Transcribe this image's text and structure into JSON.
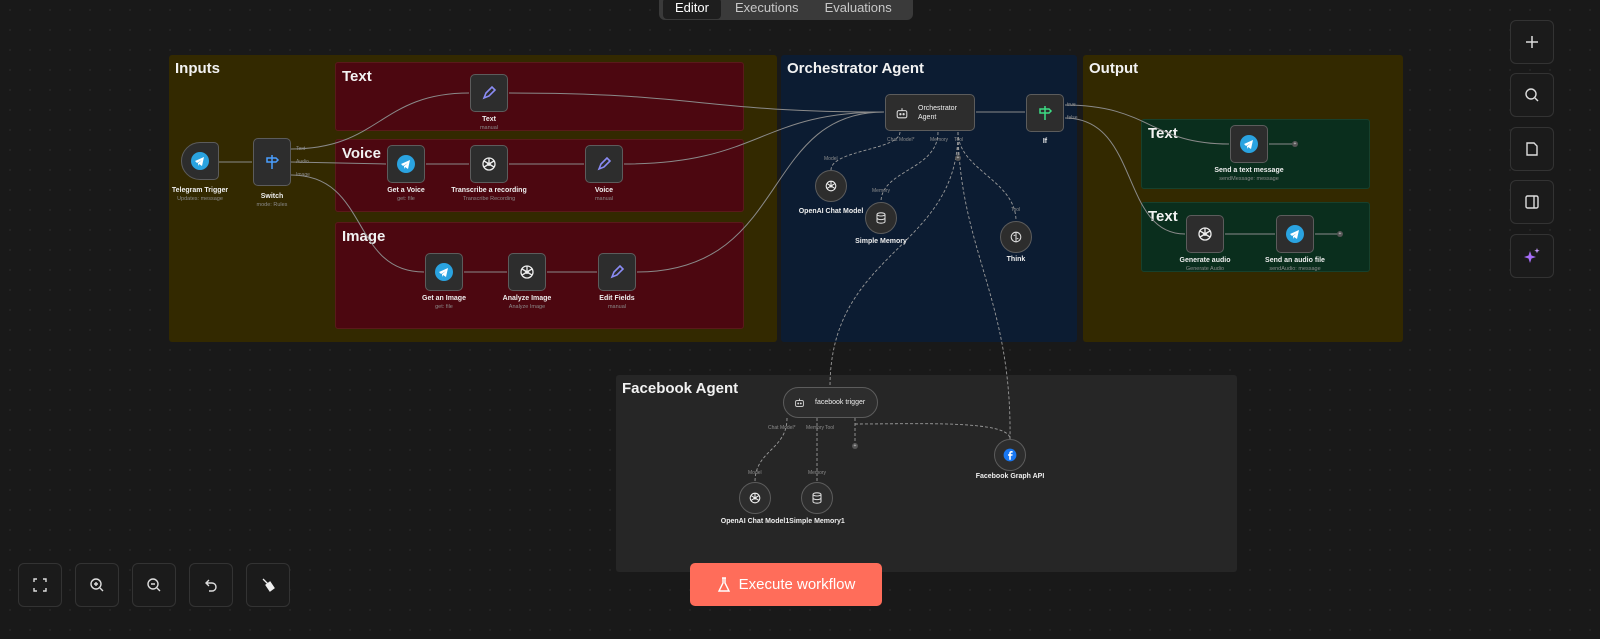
{
  "tabs": [
    "Editor",
    "Executions",
    "Evaluations"
  ],
  "groups": {
    "inputs": "Inputs",
    "text": "Text",
    "voice": "Voice",
    "image": "Image",
    "orchestrator": "Orchestrator Agent",
    "output": "Output",
    "out_text1": "Text",
    "out_text2": "Text",
    "facebook": "Facebook Agent"
  },
  "nodes": {
    "telegram_trigger": {
      "label": "Telegram Trigger",
      "sub": "Updates: message",
      "icon": "telegram-icon"
    },
    "switch": {
      "label": "Switch",
      "sub": "mode: Rules",
      "icon": "switch-icon",
      "outputs": [
        "Text",
        "Audio",
        "Image"
      ]
    },
    "text": {
      "label": "Text",
      "sub": "manual",
      "icon": "pencil-icon"
    },
    "get_voice": {
      "label": "Get a Voice",
      "sub": "get: file",
      "icon": "telegram-icon"
    },
    "transcribe": {
      "label": "Transcribe a recording",
      "sub": "Transcribe Recording",
      "icon": "openai-icon"
    },
    "voice": {
      "label": "Voice",
      "sub": "manual",
      "icon": "pencil-icon"
    },
    "get_image": {
      "label": "Get an Image",
      "sub": "get: file",
      "icon": "telegram-icon"
    },
    "analyze_image": {
      "label": "Analyze Image",
      "sub": "Analyze Image",
      "icon": "openai-icon"
    },
    "edit_fields": {
      "label": "Edit Fields",
      "sub": "manual",
      "icon": "pencil-icon"
    },
    "orchestrator": {
      "label": "Orchestrator Agent",
      "icon": "robot-icon",
      "ports": [
        "Chat Model*",
        "Memory",
        "Tool"
      ]
    },
    "if": {
      "label": "If",
      "icon": "if-icon",
      "outputs": [
        "true",
        "false"
      ]
    },
    "openai_chat": {
      "label": "OpenAI Chat Model",
      "port": "Model",
      "icon": "openai-icon"
    },
    "simple_memory": {
      "label": "Simple Memory",
      "port": "Memory",
      "icon": "database-icon"
    },
    "think": {
      "label": "Think",
      "port": "Tool",
      "icon": "brain-icon"
    },
    "send_text": {
      "label": "Send a text message",
      "sub": "sendMessage: message",
      "icon": "telegram-icon"
    },
    "generate_audio": {
      "label": "Generate audio",
      "sub": "Generate Audio",
      "icon": "openai-icon"
    },
    "send_audio": {
      "label": "Send an audio file",
      "sub": "sendAudio: message",
      "icon": "telegram-icon"
    },
    "facebook_trigger": {
      "label": "facebook trigger",
      "icon": "robot-icon",
      "ports": [
        "Chat Model*",
        "Memory",
        "Tool"
      ]
    },
    "facebook_graph": {
      "label": "Facebook Graph API",
      "icon": "facebook-icon"
    },
    "openai_chat1": {
      "label": "OpenAI Chat Model1",
      "port": "Model",
      "icon": "openai-icon"
    },
    "simple_memory1": {
      "label": "Simple Memory1",
      "port": "Memory",
      "icon": "database-icon"
    }
  },
  "toolbar": {
    "execute": "Execute workflow",
    "buttons": [
      "fit-view",
      "zoom-in",
      "zoom-out",
      "undo",
      "tidy-up"
    ]
  },
  "right_toolbar": [
    "add-node",
    "search",
    "sticky-note",
    "toggle-panel",
    "ai-assistant"
  ],
  "colors": {
    "accent": "#ff6d5a",
    "telegram": "#2aa3e0",
    "inputs_group": "#332900",
    "branch_group": "#4c0710",
    "agent_group": "#0c1c32",
    "output_branch": "#0a2e1d"
  }
}
